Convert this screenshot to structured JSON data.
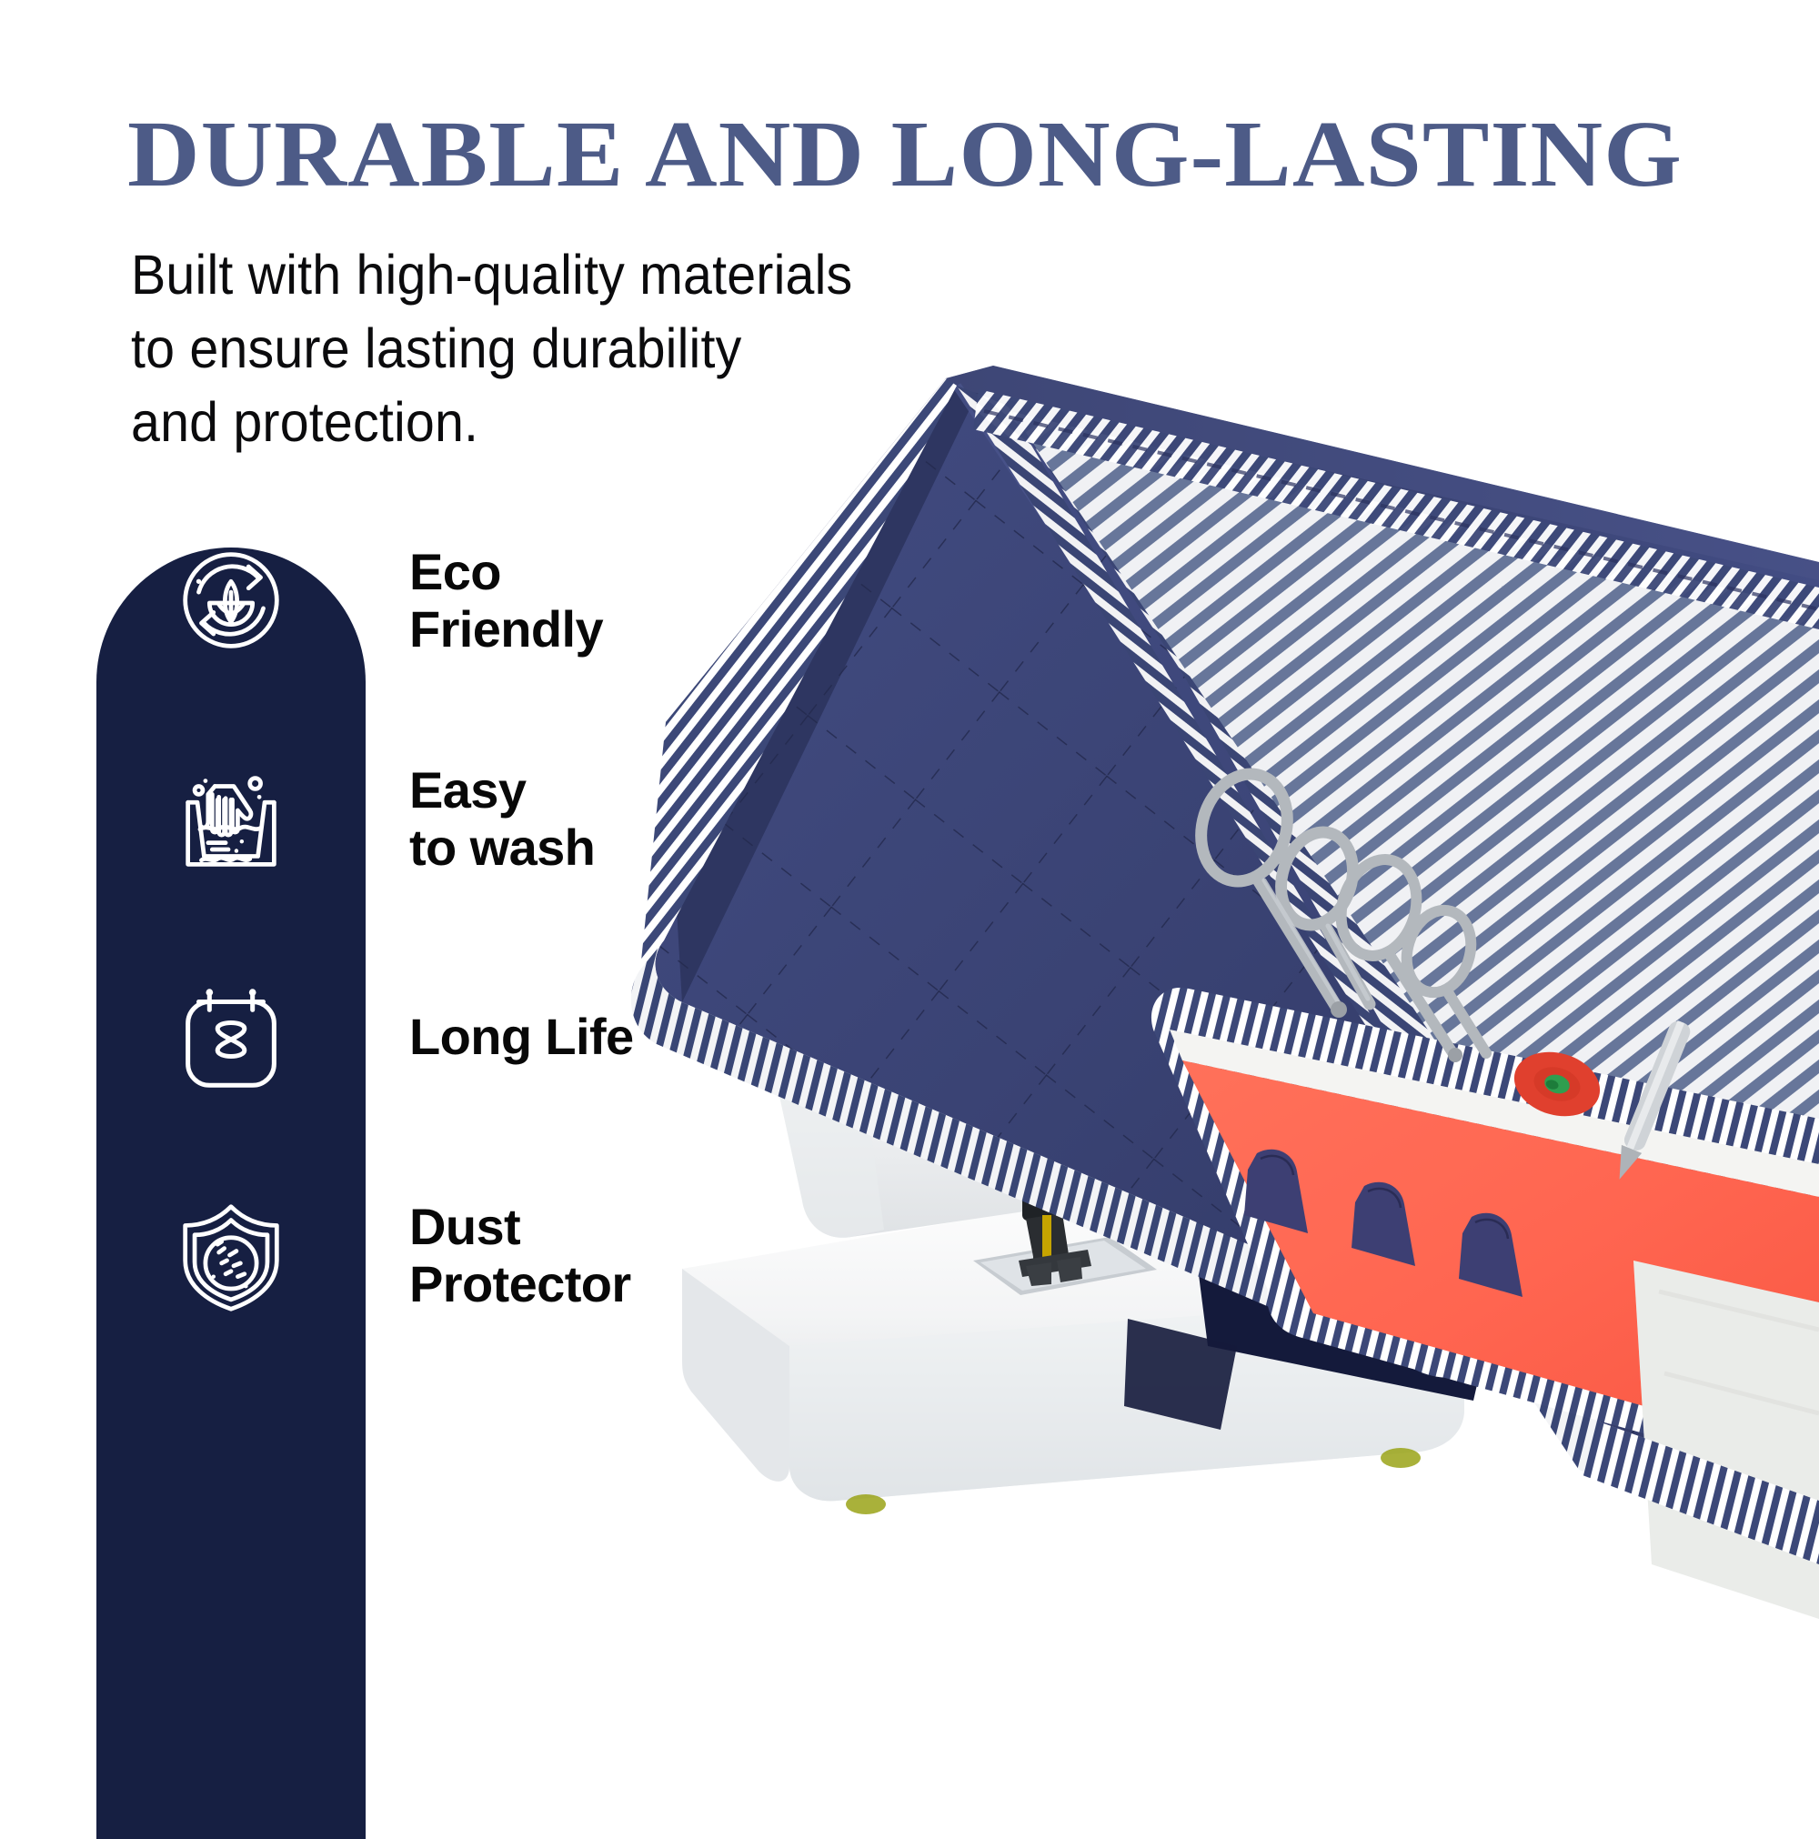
{
  "headline": {
    "text": "DURABLE AND LONG-LASTING",
    "color": "#4d5b87"
  },
  "subtitle": {
    "line1": "Built with high-quality materials",
    "line2": "to ensure lasting durability",
    "line3": "and protection."
  },
  "feature_panel": {
    "background_color": "#161f42",
    "icon_color": "#ffffff",
    "items": [
      {
        "id": "eco-friendly",
        "icon": "recycle-leaf-icon",
        "label": "Eco\nFriendly"
      },
      {
        "id": "easy-to-wash",
        "icon": "hand-wash-basin-icon",
        "label": "Easy\nto wash"
      },
      {
        "id": "long-life",
        "icon": "calendar-hourglass-icon",
        "label": "Long Life"
      },
      {
        "id": "dust-protector",
        "icon": "shield-dust-icon",
        "label": "Dust\nProtector"
      }
    ]
  },
  "product_photo": {
    "alt": "Quilted navy sewing machine dust cover with striped trim over a white sewing machine",
    "colors": {
      "cover_navy": "#3a4374",
      "cover_navy_dark": "#2c3460",
      "cover_navy_shadow": "#232a52",
      "stripe_blue": "#6b7a9e",
      "piping_navy": "#3c4878",
      "pocket_coral": "#ff5d47",
      "pocket_coral_light": "#ff6f57",
      "pincushion_navy": "#3d3f73",
      "machine_white": "#f6f7f8",
      "machine_shadow": "#d9dcdf",
      "chrome": "#b9bdc2",
      "accent_yellow": "#c9a900",
      "accent_green": "#9aa317",
      "thread_red": "#e0402e",
      "thread_green": "#2f9e4f"
    }
  }
}
